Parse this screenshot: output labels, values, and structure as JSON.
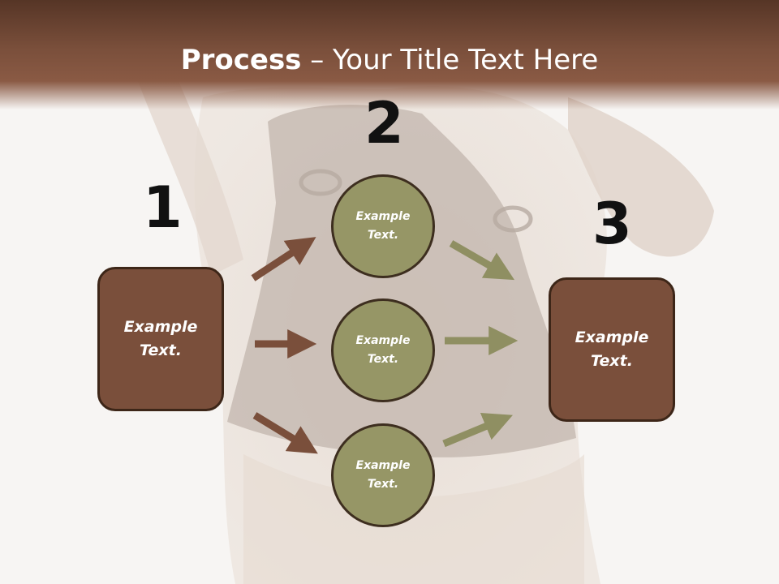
{
  "title": {
    "bold": "Process",
    "rest": " – Your Title Text Here"
  },
  "steps": {
    "one": "1",
    "two": "2",
    "three": "3"
  },
  "left_box": {
    "label": "Example\nText."
  },
  "right_box": {
    "label": "Example\nText."
  },
  "circles": [
    {
      "label": "Example\nText."
    },
    {
      "label": "Example\nText."
    },
    {
      "label": "Example\nText."
    }
  ],
  "colors": {
    "header": "#7a4f3b",
    "box_fill": "#7a4f3b",
    "circle_fill": "#969666",
    "arrow_brown": "#7a4f3b",
    "arrow_olive": "#8f8f62"
  }
}
